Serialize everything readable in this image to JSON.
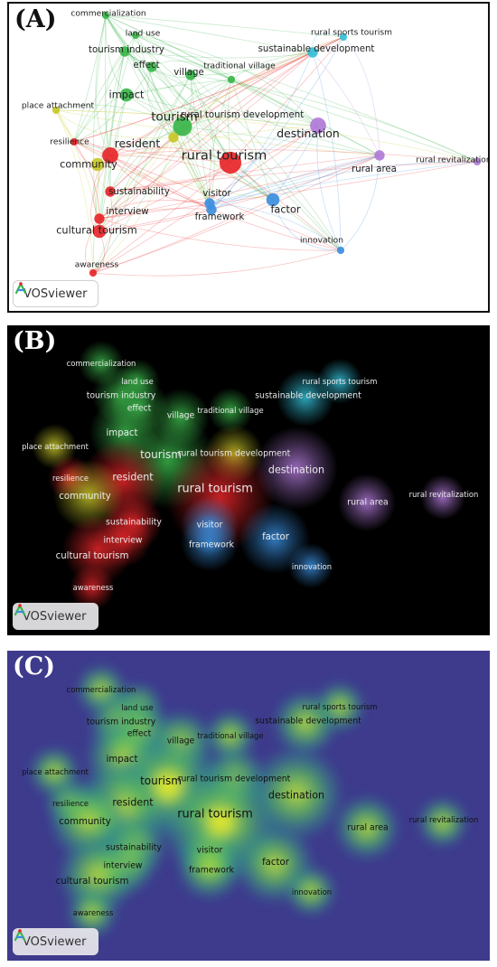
{
  "panels": [
    {
      "id": "A",
      "label": "(A)",
      "style": "network"
    },
    {
      "id": "B",
      "label": "(B)",
      "style": "overlay-density"
    },
    {
      "id": "C",
      "label": "(C)",
      "style": "density"
    }
  ],
  "logo": {
    "text": "VOSviewer"
  },
  "cluster_colors": {
    "red": "#e8262a",
    "green": "#3ab54a",
    "blue": "#3b8fe0",
    "yellow": "#c8c82a",
    "cyan": "#34c0d8",
    "purple": "#b07ad8",
    "lime": "#7fc24a"
  },
  "density_palette": [
    "#3e3a8c",
    "#2f8c8c",
    "#5bbf5b",
    "#c8e03a",
    "#f5f01e"
  ],
  "nodes": [
    {
      "name": "commercialization",
      "label": "commercialization",
      "cluster": "green",
      "weight": 1
    },
    {
      "name": "land-use",
      "label": "land use",
      "cluster": "green",
      "weight": 1
    },
    {
      "name": "tourism-industry",
      "label": "tourism industry",
      "cluster": "green",
      "weight": 2
    },
    {
      "name": "effect",
      "label": "effect",
      "cluster": "green",
      "weight": 2
    },
    {
      "name": "village",
      "label": "village",
      "cluster": "green",
      "weight": 2
    },
    {
      "name": "traditional-village",
      "label": "traditional village",
      "cluster": "green",
      "weight": 1
    },
    {
      "name": "impact",
      "label": "impact",
      "cluster": "green",
      "weight": 3
    },
    {
      "name": "tourism",
      "label": "tourism",
      "cluster": "green",
      "weight": 5
    },
    {
      "name": "rural-tourism-development",
      "label": "rural tourism development",
      "cluster": "yellow",
      "weight": 2
    },
    {
      "name": "place-attachment",
      "label": "place attachment",
      "cluster": "yellow",
      "weight": 1
    },
    {
      "name": "resilience",
      "label": "resilience",
      "cluster": "red",
      "weight": 1
    },
    {
      "name": "resident",
      "label": "resident",
      "cluster": "red",
      "weight": 4
    },
    {
      "name": "community",
      "label": "community",
      "cluster": "yellow",
      "weight": 3
    },
    {
      "name": "rural-tourism",
      "label": "rural tourism",
      "cluster": "red",
      "weight": 6
    },
    {
      "name": "sustainability",
      "label": "sustainability",
      "cluster": "red",
      "weight": 2
    },
    {
      "name": "interview",
      "label": "interview",
      "cluster": "red",
      "weight": 2
    },
    {
      "name": "cultural-tourism",
      "label": "cultural tourism",
      "cluster": "red",
      "weight": 3
    },
    {
      "name": "awareness",
      "label": "awareness",
      "cluster": "red",
      "weight": 1
    },
    {
      "name": "visitor",
      "label": "visitor",
      "cluster": "blue",
      "weight": 2
    },
    {
      "name": "framework",
      "label": "framework",
      "cluster": "blue",
      "weight": 2
    },
    {
      "name": "factor",
      "label": "factor",
      "cluster": "blue",
      "weight": 3
    },
    {
      "name": "innovation",
      "label": "innovation",
      "cluster": "blue",
      "weight": 1
    },
    {
      "name": "destination",
      "label": "destination",
      "cluster": "purple",
      "weight": 4
    },
    {
      "name": "rural-area",
      "label": "rural area",
      "cluster": "purple",
      "weight": 2
    },
    {
      "name": "rural-revitalization",
      "label": "rural revitalization",
      "cluster": "purple",
      "weight": 1
    },
    {
      "name": "rural-sports-tourism",
      "label": "rural sports tourism",
      "cluster": "cyan",
      "weight": 1
    },
    {
      "name": "sustainable-development",
      "label": "sustainable development",
      "cluster": "cyan",
      "weight": 2
    }
  ]
}
